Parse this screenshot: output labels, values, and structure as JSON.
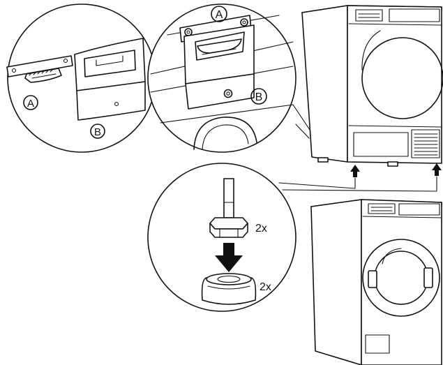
{
  "labels": {
    "a": "A",
    "b": "B",
    "qty_foot": "2x",
    "qty_base": "2x"
  },
  "colors": {
    "line": "#111111",
    "background": "#ffffff"
  }
}
